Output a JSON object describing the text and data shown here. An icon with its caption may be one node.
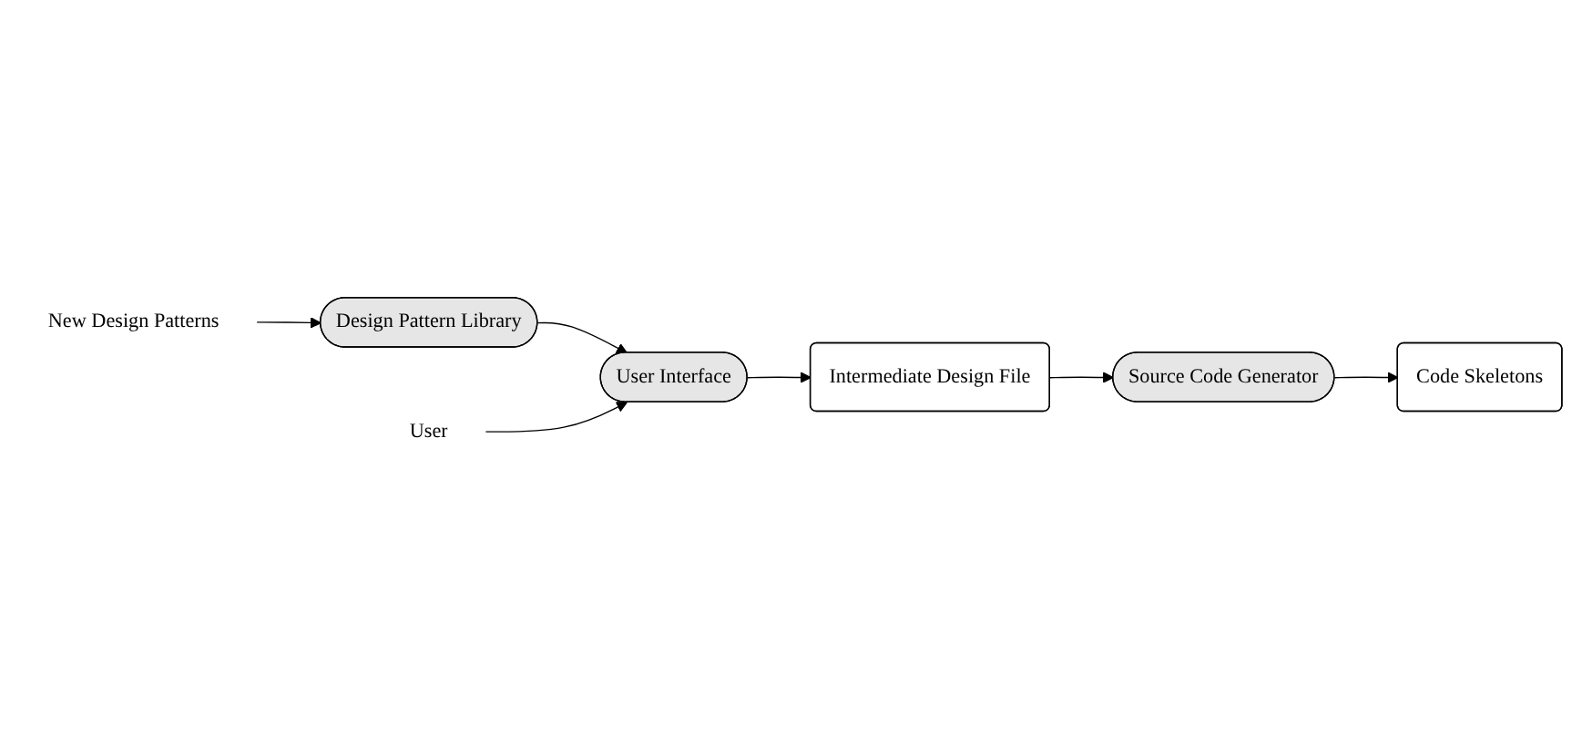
{
  "diagram": {
    "nodes": [
      {
        "text": [
          "Design Pattern Library"
        ]
      },
      {
        "text": [
          "New Design Patterns"
        ]
      },
      {
        "text": [
          "User Interface"
        ]
      },
      {
        "text": [
          "Intermediate Design File"
        ]
      },
      {
        "text": [
          "Source Code Generator"
        ]
      },
      {
        "text": [
          "Code Skeletons"
        ]
      },
      {
        "text": [
          "User"
        ]
      }
    ],
    "edges": [
      {
        "from": 1,
        "to": 0,
        "arrow": "to"
      },
      {
        "from": 0,
        "to": 2,
        "arrow": "to"
      },
      {
        "from": 6,
        "to": 2,
        "arrow": "to"
      },
      {
        "from": 2,
        "to": 3,
        "arrow": "to"
      },
      {
        "from": 3,
        "to": 4,
        "arrow": "to"
      },
      {
        "from": 4,
        "to": 5,
        "arrow": "to"
      }
    ]
  }
}
